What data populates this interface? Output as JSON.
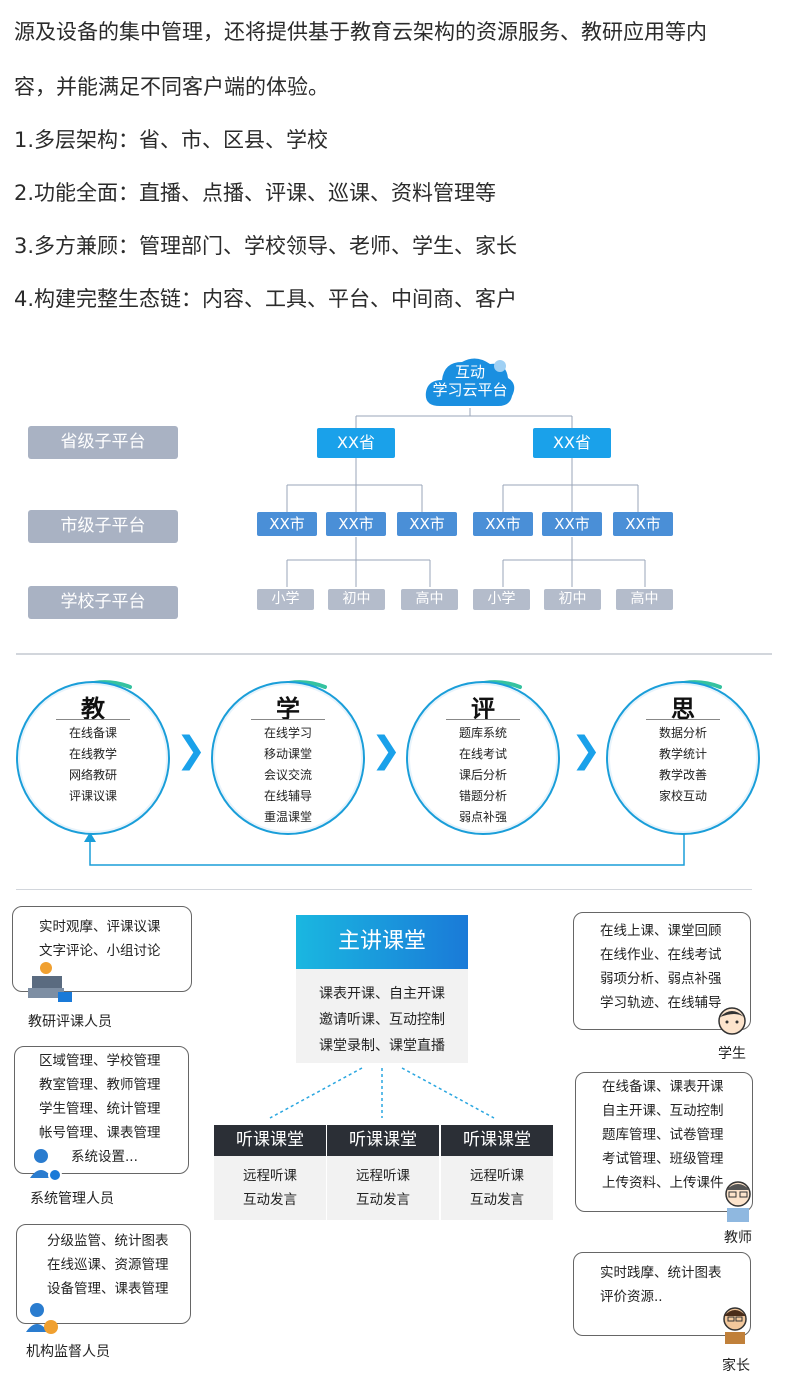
{
  "intro": {
    "line1": "源及设备的集中管理，还将提供基于教育云架构的资源服务、教研应用等内",
    "line2": "容，并能满足不同客户端的体验。",
    "points": [
      "1.多层架构：省、市、区县、学校",
      "2.功能全面：直播、点播、评课、巡课、资料管理等",
      "3.多方兼顾：管理部门、学校领导、老师、学生、家长",
      "4.构建完整生态链：内容、工具、平台、中间商、客户"
    ]
  },
  "hierarchy": {
    "cloud_line1": "互动",
    "cloud_line2": "学习云平台",
    "levels": [
      "省级子平台",
      "市级子平台",
      "学校子平台"
    ],
    "provinces": [
      "XX省",
      "XX省"
    ],
    "cities": [
      "XX市",
      "XX市",
      "XX市",
      "XX市",
      "XX市",
      "XX市"
    ],
    "schools": [
      "小学",
      "初中",
      "高中",
      "小学",
      "初中",
      "高中"
    ]
  },
  "cycle": [
    {
      "title": "教",
      "items": [
        "在线备课",
        "在线教学",
        "网络教研",
        "评课议课"
      ]
    },
    {
      "title": "学",
      "items": [
        "在线学习",
        "移动课堂",
        "会议交流",
        "在线辅导",
        "重温课堂"
      ]
    },
    {
      "title": "评",
      "items": [
        "题库系统",
        "在线考试",
        "课后分析",
        "错题分析",
        "弱点补强"
      ]
    },
    {
      "title": "思",
      "items": [
        "数据分析",
        "教学统计",
        "教学改善",
        "家校互动"
      ]
    }
  ],
  "classroom": {
    "main_title": "主讲课堂",
    "main_items": [
      "课表开课、自主开课",
      "邀请听课、互动控制",
      "课堂录制、课堂直播"
    ],
    "subs": [
      {
        "title": "听课课堂",
        "items": [
          "远程听课",
          "互动发言"
        ]
      },
      {
        "title": "听课课堂",
        "items": [
          "远程听课",
          "互动发言"
        ]
      },
      {
        "title": "听课课堂",
        "items": [
          "远程听课",
          "互动发言"
        ]
      }
    ]
  },
  "roles_left": [
    {
      "lines": [
        "实时观摩、评课议课",
        "文字评论、小组讨论"
      ],
      "name": "教研评课人员",
      "icon": "researcher-icon"
    },
    {
      "lines": [
        "区域管理、学校管理",
        "教室管理、教师管理",
        "学生管理、统计管理",
        "帐号管理、课表管理",
        "系统设置..."
      ],
      "name": "系统管理人员",
      "icon": "admin-icon"
    },
    {
      "lines": [
        "分级监管、统计图表",
        "在线巡课、资源管理",
        "设备管理、课表管理"
      ],
      "name": "机构监督人员",
      "icon": "supervisor-icon"
    }
  ],
  "roles_right": [
    {
      "lines": [
        "在线上课、课堂回顾",
        "在线作业、在线考试",
        "弱项分析、弱点补强",
        "学习轨迹、在线辅导"
      ],
      "name": "学生",
      "icon": "student-icon"
    },
    {
      "lines": [
        "在线备课、课表开课",
        "自主开课、互动控制",
        "题库管理、试卷管理",
        "考试管理、班级管理",
        "上传资料、上传课件"
      ],
      "name": "教师",
      "icon": "teacher-icon"
    },
    {
      "lines": [
        "实时践摩、统计图表",
        "评价资源.."
      ],
      "name": "家长",
      "icon": "parent-icon"
    }
  ],
  "colors": {
    "accent": "#1aa1ea",
    "city": "#4a8fd7",
    "level": "#a9b2c3",
    "school": "#b4bccb",
    "dark": "#2b2f36"
  }
}
